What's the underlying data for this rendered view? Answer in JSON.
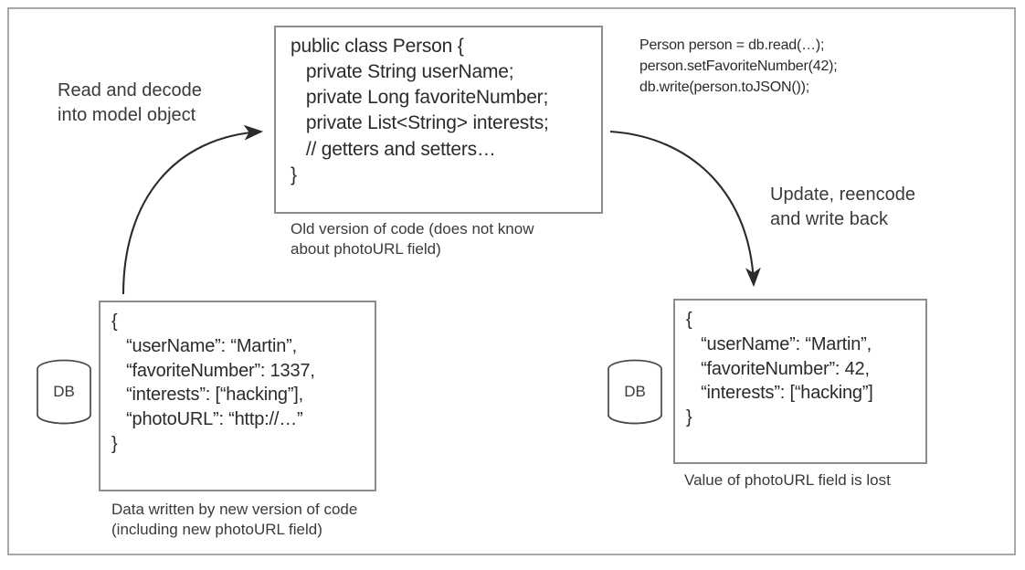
{
  "figure": {
    "title": "Rolling upgrade data loss diagram",
    "border_color": "#a8a8a8",
    "box_border_color": "#8c8c8c",
    "text_color": "#3a3a3a"
  },
  "code_box": {
    "lines": [
      "public class Person {",
      "   private String userName;",
      "   private Long favoriteNumber;",
      "   private List<String> interests;",
      "   // getters and setters…",
      "}"
    ],
    "caption": [
      "Old version of code (does not know",
      "about photoURL field)"
    ]
  },
  "snippet": {
    "lines": [
      "Person person = db.read(…);",
      "person.setFavoriteNumber(42);",
      "db.write(person.toJSON());"
    ]
  },
  "arrows": {
    "read": {
      "label": [
        "Read and decode",
        "into model object"
      ],
      "direction": "up-right"
    },
    "write": {
      "label": [
        "Update, reencode",
        "and write back"
      ],
      "direction": "down-right"
    }
  },
  "left_record": {
    "lines": [
      "{",
      "   “userName”: “Martin”,",
      "   “favoriteNumber”: 1337,",
      "   “interests”: [“hacking”],",
      "   “photoURL”: “http://…”",
      "}"
    ],
    "caption": [
      "Data written by new version of code",
      "(including new photoURL field)"
    ],
    "db_label": "DB"
  },
  "right_record": {
    "lines": [
      "{",
      "   “userName”: “Martin”,",
      "   “favoriteNumber”: 42,",
      "   “interests”: [“hacking”]",
      "}"
    ],
    "caption": [
      "Value of photoURL field is lost"
    ],
    "db_label": "DB"
  }
}
